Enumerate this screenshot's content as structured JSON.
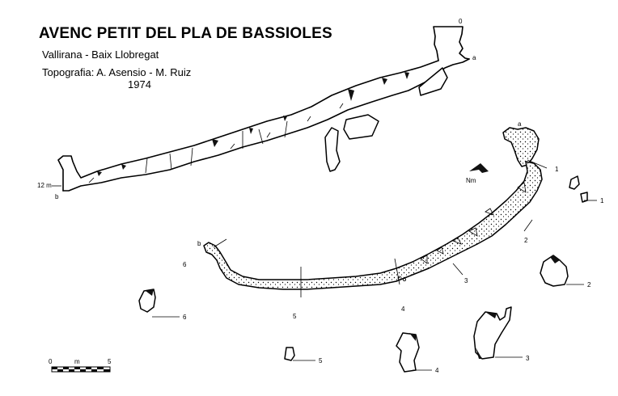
{
  "header": {
    "title": "AVENC PETIT DEL PLA DE BASSIOLES",
    "location": "Vallirana - Baix Llobregat",
    "survey": "Topografia: A. Asensio - M. Ruiz",
    "year": "1974"
  },
  "profile": {
    "depth_label": "12 m",
    "point_top": "0",
    "point_a": "a",
    "point_b": "b"
  },
  "plan": {
    "north_label": "Nm",
    "point_a": "a",
    "point_b": "b",
    "sections": [
      "1",
      "2",
      "3",
      "4",
      "5",
      "6"
    ]
  },
  "scale": {
    "label_start": "0",
    "label_unit": "m",
    "label_end": "5"
  }
}
